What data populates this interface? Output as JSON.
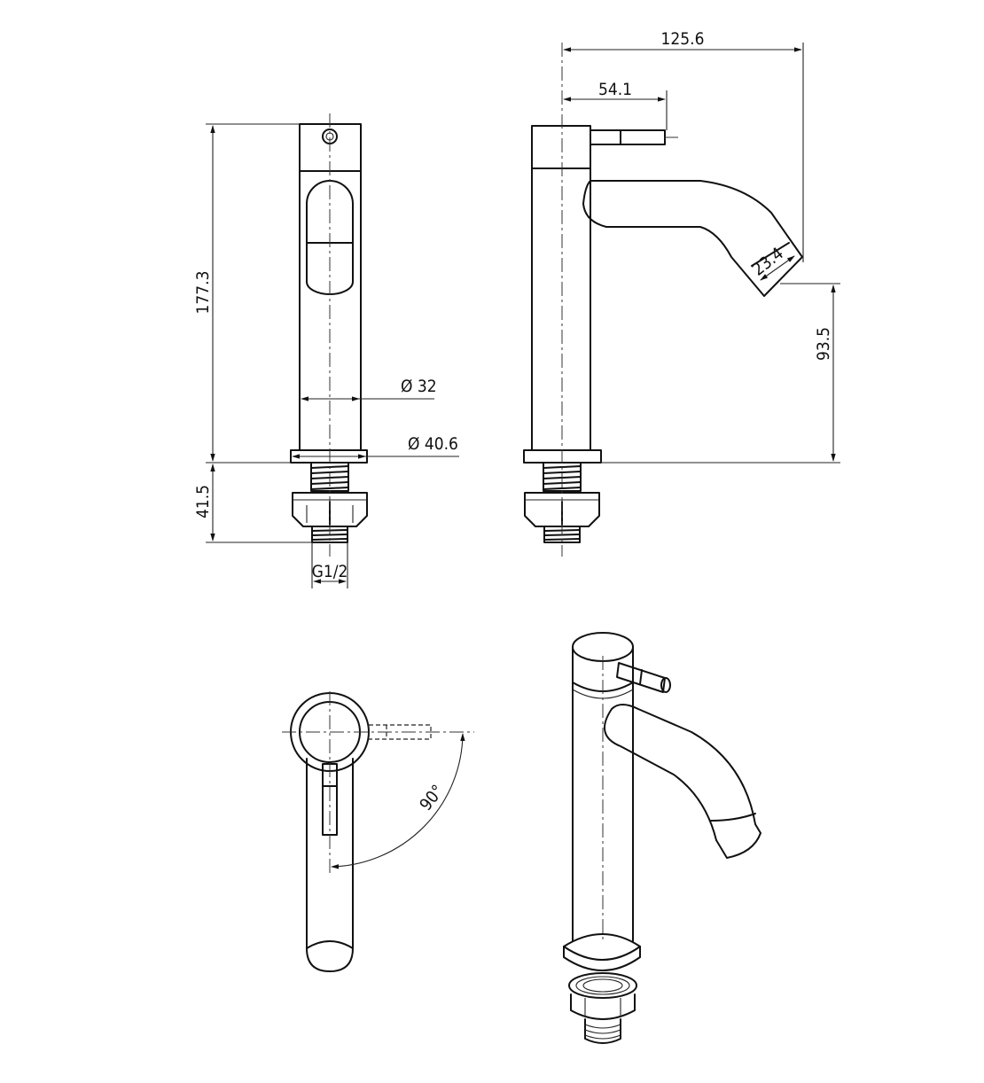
{
  "dimensions": {
    "overall_width": "125.6",
    "lever_offset": "54.1",
    "total_height": "177.3",
    "spout_height": "93.5",
    "outlet_diameter": "23.4",
    "body_diameter": "Ø 32",
    "base_diameter": "Ø 40.6",
    "shank_length": "41.5",
    "thread_size": "G1/2",
    "rotation_angle": "90°"
  },
  "colors": {
    "line": "#111111",
    "background": "#ffffff"
  }
}
